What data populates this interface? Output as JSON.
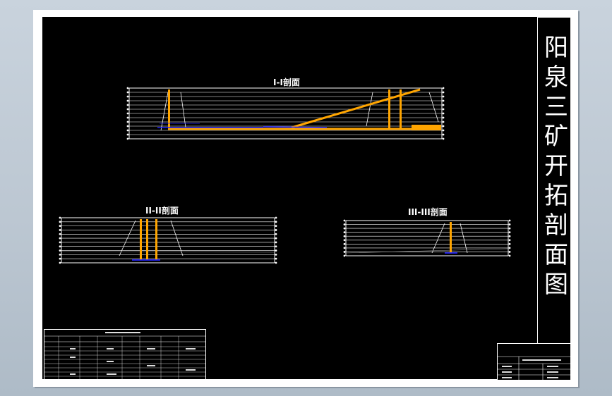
{
  "drawing": {
    "title": "阳泉三矿开拓剖面图",
    "sections": [
      {
        "id": "sec1",
        "label": "I-I剖面"
      },
      {
        "id": "sec2",
        "label": "II-II剖面"
      },
      {
        "id": "sec3",
        "label": "III-III剖面"
      }
    ]
  },
  "colors": {
    "background": "#000000",
    "lines": "#ffffff",
    "roadway": "#ffa500",
    "strata": "#2323ff"
  }
}
